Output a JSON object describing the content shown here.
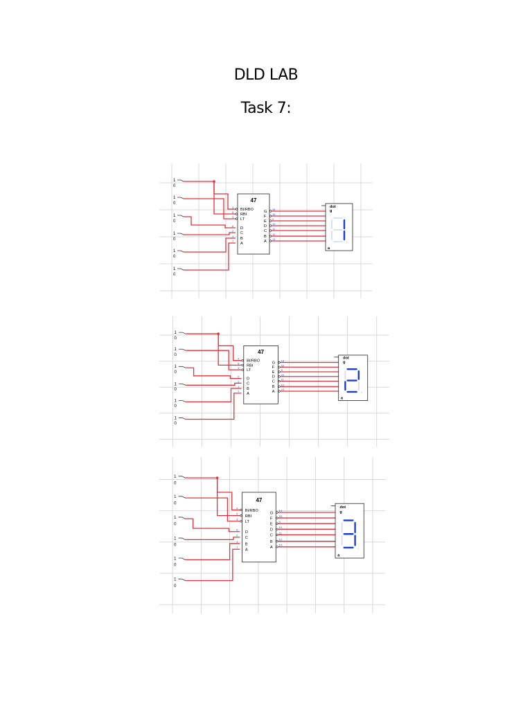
{
  "document": {
    "title": "DLD LAB",
    "subtitle": "Task 7:"
  },
  "circuits": [
    {
      "chip_label": "47",
      "left_pins": [
        "BI/RBO",
        "RBI",
        "LT",
        "D",
        "C",
        "B",
        "A"
      ],
      "right_pins": [
        "G",
        "F",
        "E",
        "D",
        "C",
        "B",
        "A"
      ],
      "left_pin_numbers": [
        "4",
        "5",
        "3",
        "6",
        "2",
        "1",
        "7"
      ],
      "right_pin_numbers": [
        "14",
        "15",
        "9",
        "10",
        "11",
        "12",
        "13"
      ],
      "switch_labels": {
        "high": "1",
        "low": "0"
      },
      "display_labels": {
        "top": "dot",
        "g": "g",
        "a": "a"
      },
      "display_digit": 1
    },
    {
      "chip_label": "47",
      "left_pins": [
        "BI/RBO",
        "RBI",
        "LT",
        "D",
        "C",
        "B",
        "A"
      ],
      "right_pins": [
        "G",
        "F",
        "E",
        "D",
        "C",
        "B",
        "A"
      ],
      "left_pin_numbers": [
        "4",
        "5",
        "3",
        "6",
        "2",
        "1",
        "7"
      ],
      "right_pin_numbers": [
        "14",
        "15",
        "9",
        "10",
        "11",
        "12",
        "13"
      ],
      "switch_labels": {
        "high": "1",
        "low": "0"
      },
      "display_labels": {
        "top": "dot",
        "g": "g",
        "a": "a"
      },
      "display_digit": 2
    },
    {
      "chip_label": "47",
      "left_pins": [
        "BI/RBO",
        "RBI",
        "LT",
        "D",
        "C",
        "B",
        "A"
      ],
      "right_pins": [
        "G",
        "F",
        "E",
        "D",
        "C",
        "B",
        "A"
      ],
      "left_pin_numbers": [
        "4",
        "5",
        "3",
        "6",
        "2",
        "1",
        "7"
      ],
      "right_pin_numbers": [
        "14",
        "15",
        "9",
        "10",
        "11",
        "12",
        "13"
      ],
      "switch_labels": {
        "high": "1",
        "low": "0"
      },
      "display_labels": {
        "top": "dot",
        "g": "g",
        "a": "a"
      },
      "display_digit": 3
    }
  ],
  "colors": {
    "wire": "#e0303a",
    "grid": "#d9d9d9",
    "segment_on": "#1a3cd6",
    "segment_off": "#d7dcef",
    "pin_number": "#2b3fd0"
  }
}
